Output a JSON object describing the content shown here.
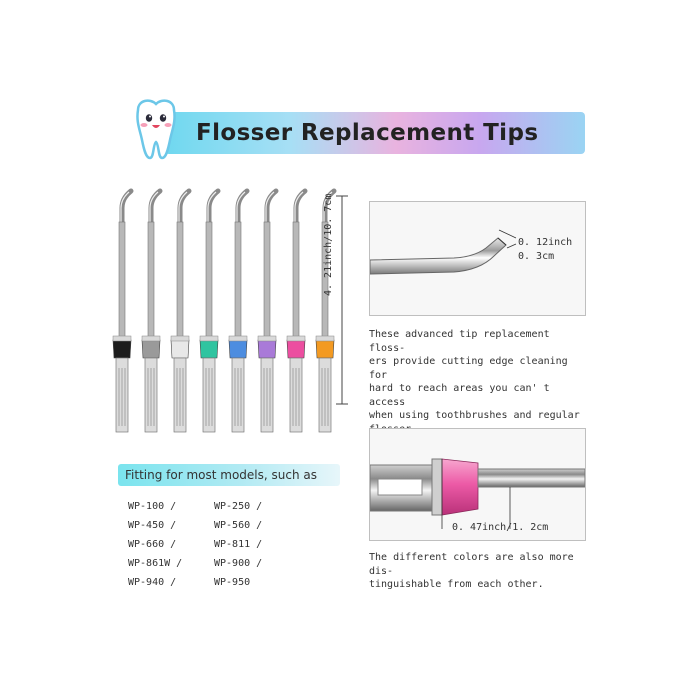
{
  "title": "Flosser Replacement Tips",
  "tip_colors": [
    "#1c1c1c",
    "#9a9a9a",
    "#e8e8e8",
    "#2fc4a0",
    "#4d8de0",
    "#a97ad8",
    "#ec4ea0",
    "#f39a22"
  ],
  "length_label": "4. 21inch/10. 7cm",
  "detail_top": {
    "dimension_inch": "0. 12inch",
    "dimension_cm": "0. 3cm",
    "description": "These advanced tip replacement floss-\ners provide cutting edge cleaning for\nhard to reach areas you can' t access\nwhen using toothbrushes and regular\nflosser."
  },
  "detail_bottom": {
    "dimension": "0. 47inch/1. 2cm",
    "description": "The different colors are also more dis-\ntinguishable from each other.",
    "accent_color": "#ec5aa6"
  },
  "fitting": {
    "title": "Fitting for most models,  such as",
    "rows": [
      [
        "WP-100  /",
        "WP-250  /"
      ],
      [
        "WP-450  /",
        "WP-560  /"
      ],
      [
        "WP-660  /",
        "WP-811  /"
      ],
      [
        "WP-861W /",
        "WP-900  /"
      ],
      [
        "WP-940  /",
        "WP-950"
      ]
    ]
  },
  "icons": {
    "mascot": "tooth-mascot-icon"
  }
}
